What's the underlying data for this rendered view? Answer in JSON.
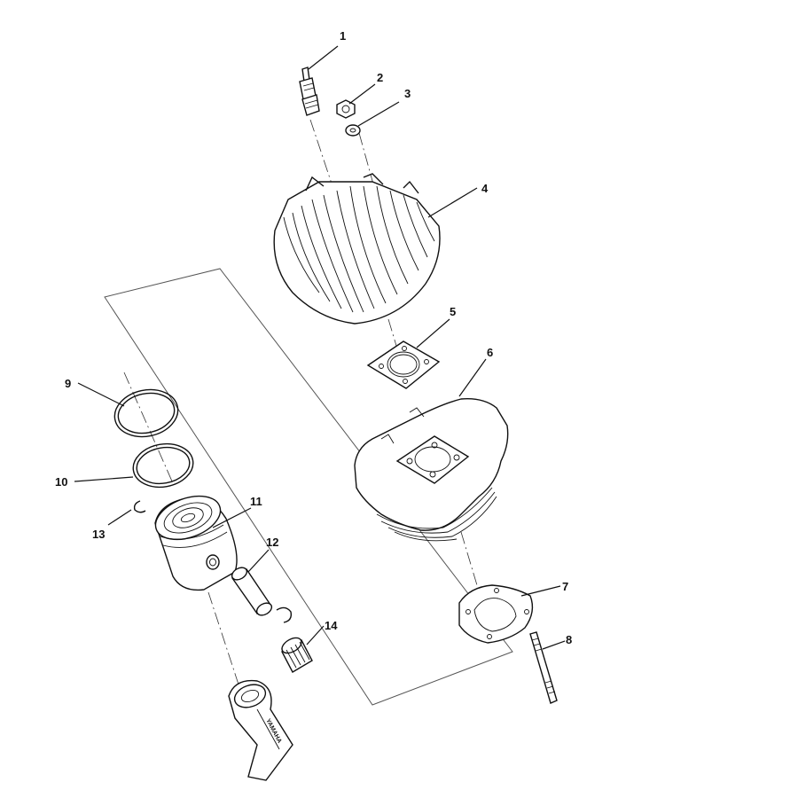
{
  "callouts": [
    "1",
    "2",
    "3",
    "4",
    "5",
    "6",
    "7",
    "8",
    "9",
    "10",
    "11",
    "12",
    "13",
    "14"
  ],
  "rod_stamp": "YAMAHA"
}
